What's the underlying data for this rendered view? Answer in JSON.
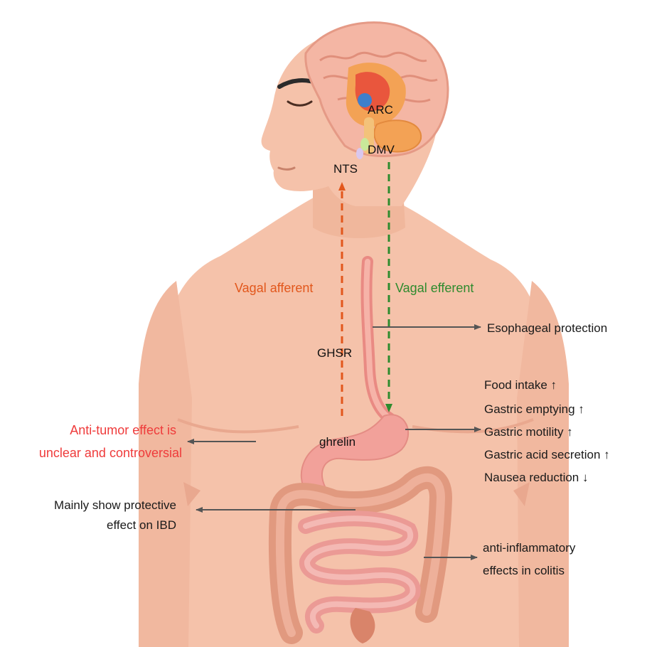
{
  "labels": {
    "arc": "ARC",
    "dmv": "DMV",
    "nts": "NTS",
    "vagal_afferent": "Vagal afferent",
    "vagal_efferent": "Vagal efferent",
    "ghsr": "GHSR",
    "ghrelin": "ghrelin",
    "esophageal": "Esophageal protection",
    "anti_tumor": [
      "Anti-tumor effect is",
      "unclear and controversial"
    ],
    "ibd": [
      "Mainly show protective",
      "effect on IBD"
    ],
    "stomach_effects": [
      "Food intake ↑",
      "Gastric emptying ↑",
      "Gastric motility ↑",
      "Gastric acid secretion ↑",
      "Nausea reduction ↓"
    ],
    "colitis": [
      "anti-inflammatory",
      "effects in colitis"
    ]
  },
  "colors": {
    "skin": "#f5c2aa",
    "skin_shadow": "#e9a88f",
    "brain": "#f4b6a4",
    "afferent": "#e2571c",
    "efferent": "#2e8b2e",
    "anti_tumor_text": "#ef3b3b",
    "arrow": "#555555"
  }
}
